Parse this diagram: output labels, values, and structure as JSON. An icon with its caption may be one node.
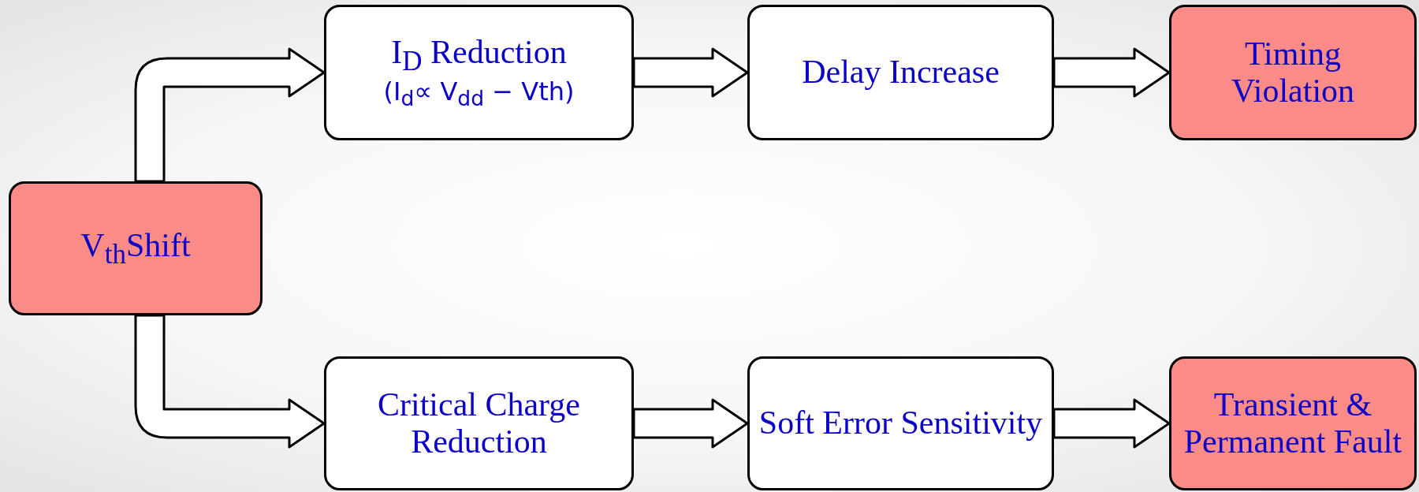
{
  "diagram": {
    "nodes": [
      {
        "text": [
          "V$_{th}$Shift"
        ]
      },
      {
        "text": [
          "I$_{D}$ Reduction",
          "(I$_{d}$∝ V$_{dd}$ − Vth)"
        ]
      },
      {
        "text": [
          "Delay Increase"
        ]
      },
      {
        "text": [
          "Timing Violation"
        ]
      },
      {
        "text": [
          "Critical Charge Reduction"
        ]
      },
      {
        "text": [
          "Soft Error Sensitivity"
        ]
      },
      {
        "text": [
          "Transient & Permanent Fault"
        ]
      }
    ],
    "edges": [
      {
        "from": 0,
        "to": 1,
        "arrow": "to"
      },
      {
        "from": 1,
        "to": 2,
        "arrow": "to"
      },
      {
        "from": 2,
        "to": 3,
        "arrow": "to"
      },
      {
        "from": 0,
        "to": 4,
        "arrow": "to"
      },
      {
        "from": 4,
        "to": 5,
        "arrow": "to"
      },
      {
        "from": 5,
        "to": 6,
        "arrow": "to"
      }
    ]
  }
}
